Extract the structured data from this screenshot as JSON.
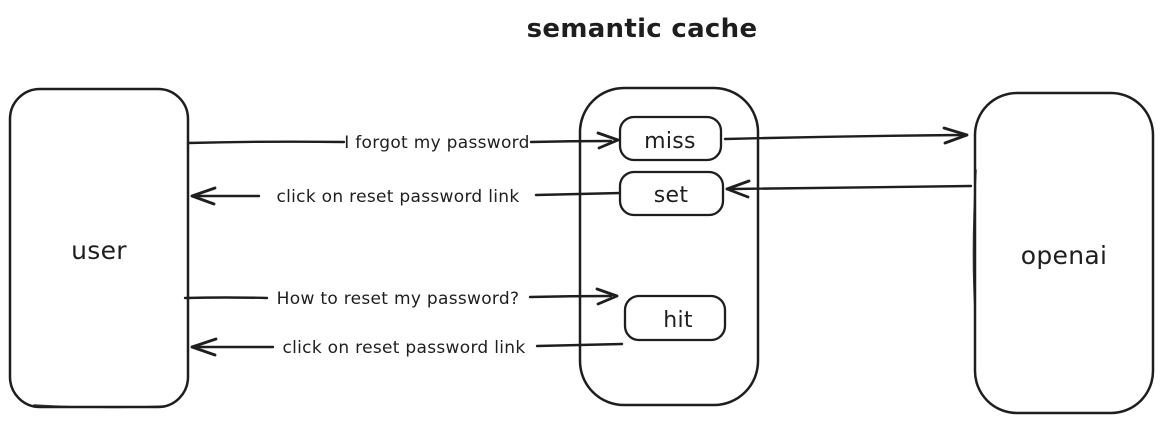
{
  "title": "semantic cache",
  "colors": {
    "stroke": "#1e1e1e",
    "background": "#ffffff"
  },
  "nodes": {
    "user": {
      "label": "user"
    },
    "cache": {
      "miss": {
        "label": "miss"
      },
      "set": {
        "label": "set"
      },
      "hit": {
        "label": "hit"
      }
    },
    "openai": {
      "label": "openai"
    }
  },
  "messages": [
    {
      "label": "I forgot my password",
      "from": "user",
      "to": "cache.miss",
      "direction": "right"
    },
    {
      "label": "click on reset password link",
      "from": "cache.set",
      "to": "user",
      "direction": "left"
    },
    {
      "label": "How to reset my password?",
      "from": "user",
      "to": "cache.hit",
      "direction": "right"
    },
    {
      "label": "click on reset password link",
      "from": "cache.hit",
      "to": "user",
      "direction": "left"
    },
    {
      "label": "",
      "from": "cache.miss",
      "to": "openai",
      "direction": "right"
    },
    {
      "label": "",
      "from": "openai",
      "to": "cache.set",
      "direction": "left"
    }
  ]
}
